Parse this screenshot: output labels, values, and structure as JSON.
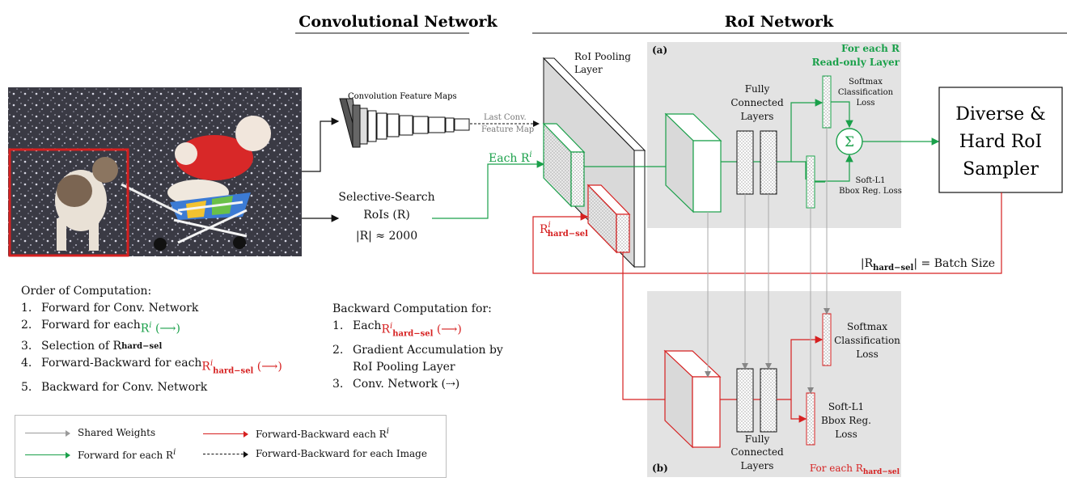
{
  "headings": {
    "conv_network": "Convolutional Network",
    "roi_network": "RoI Network"
  },
  "labels": {
    "conv_feature_maps": "Convolution Feature Maps",
    "last_conv_1": "Last Conv.",
    "last_conv_2": "Feature Map",
    "selective_search_1": "Selective-Search",
    "selective_search_2": "RoIs (R)",
    "selective_search_3": "|R| ≈ 2000",
    "each_ri": "Each R",
    "ri_sup": "i",
    "r_hard_sel_base": "R",
    "r_hard_sel_sub": "hard−sel",
    "roi_pooling_1": "RoI Pooling",
    "roi_pooling_2": "Layer",
    "panel_a": "(a)",
    "panel_b": "(b)",
    "for_each_r": "For each R",
    "read_only_layer": "Read-only Layer",
    "fc_1": "Fully",
    "fc_2": "Connected",
    "fc_3": "Layers",
    "softmax_a_1": "Softmax",
    "softmax_a_2": "Classification",
    "softmax_a_3": "Loss",
    "softl1_a_1": "Soft-L1",
    "softl1_a_2": "Bbox Reg. Loss",
    "sigma": "Σ",
    "sampler_1": "Diverse &",
    "sampler_2": "Hard RoI",
    "sampler_3": "Sampler",
    "batch_size_eq": "| = Batch Size",
    "batch_r": "|R",
    "softmax_b_1": "Softmax",
    "softmax_b_2": "Classification",
    "softmax_b_3": "Loss",
    "softl1_b_1": "Soft-L1",
    "softl1_b_2": "Bbox Reg.",
    "softl1_b_3": "Loss",
    "fc_b_1": "Fully",
    "fc_b_2": "Connected",
    "fc_b_3": "Layers",
    "for_each_r_hard": "For each R"
  },
  "order": {
    "title": "Order of Computation:",
    "items": [
      {
        "num": "1.",
        "text": "Forward for Conv. Network"
      },
      {
        "num": "2.",
        "text": "Forward for each ",
        "colored": "R",
        "sup": "i",
        "arrow": " (⟶)",
        "color": "green"
      },
      {
        "num": "3.",
        "text": "Selection of R",
        "sub": "hard−sel"
      },
      {
        "num": "4.",
        "text": "Forward-Backward for each ",
        "colored": "R",
        "sup": "i",
        "sub": "hard−sel",
        "arrow": " (⟶)",
        "color": "red"
      },
      {
        "num": "5.",
        "text": "Backward for Conv. Network"
      }
    ]
  },
  "backward": {
    "title": "Backward Computation for:",
    "items": [
      {
        "num": "1.",
        "text": "Each ",
        "colored": "R",
        "sup": "i",
        "sub": "hard−sel",
        "arrow": " (⟶)"
      },
      {
        "num": "2.",
        "text": "Gradient Accumulation by"
      },
      {
        "num": "",
        "text": "RoI Pooling Layer"
      },
      {
        "num": "3.",
        "text": "Conv. Network (",
        "dash": "⇢",
        "close": ")"
      }
    ]
  },
  "legend": {
    "shared_weights": "Shared Weights",
    "forward_each": "Forward for each R",
    "forward_each_sup": "i",
    "fb_each": "Forward-Backward each R",
    "fb_each_sup": "i",
    "fb_image": "Forward-Backward for each Image"
  },
  "colors": {
    "green": "#1aa04a",
    "red": "#d62020",
    "grey": "#9a9a9a",
    "panel_bg": "#e3e3e3"
  }
}
